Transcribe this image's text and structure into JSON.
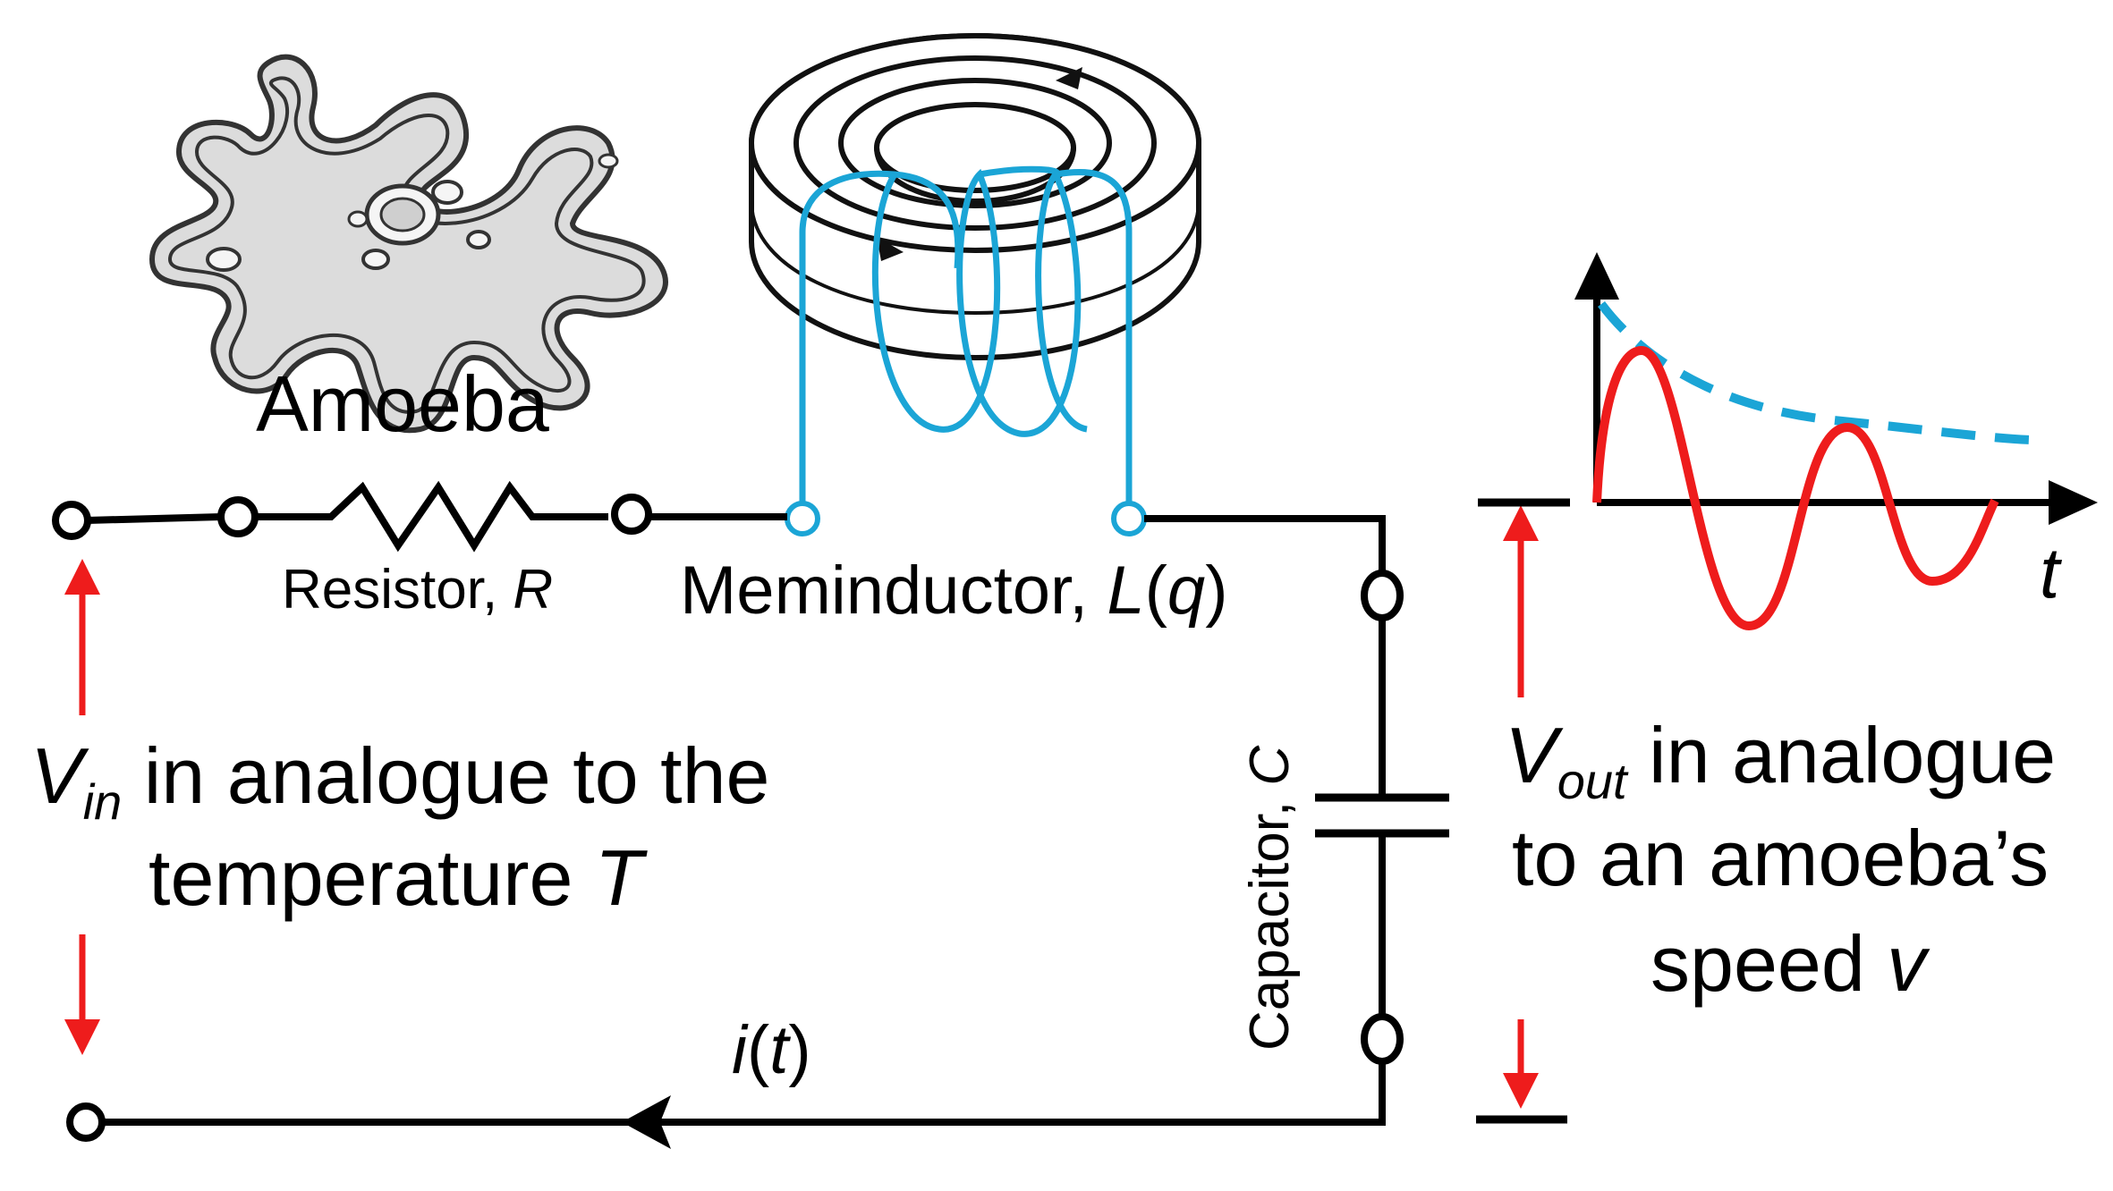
{
  "labels": {
    "amoeba": "Amoeba",
    "resistor_text": "Resistor, ",
    "resistor_symbol": "R",
    "meminductor_text": "Meminductor, ",
    "meminductor_symbol": "L",
    "meminductor_open": "(",
    "meminductor_var": "q",
    "meminductor_close": ")",
    "capacitor_text": "Capacitor, ",
    "capacitor_symbol": "C",
    "current_i": "i",
    "current_open": "(",
    "current_t": "t",
    "current_close": ")",
    "time_axis": "t",
    "vin_symbol": "V",
    "vin_sub": "in",
    "vin_line1_rest": " in analogue to the",
    "vin_line2_text": "temperature ",
    "vin_line2_symbol": "T",
    "vout_symbol": "V",
    "vout_sub": "out",
    "vout_line1_rest": " in analogue",
    "vout_line2": "to an amoeba’s",
    "vout_line3_text": "speed ",
    "vout_line3_symbol": "v"
  },
  "colors": {
    "wire": "#000000",
    "coil": "#1ba5d6",
    "arrow": "#ee1c1c",
    "signal": "#ee1c1c",
    "envelope": "#1ba5d6",
    "amoeba_fill": "#dcdcdc"
  }
}
